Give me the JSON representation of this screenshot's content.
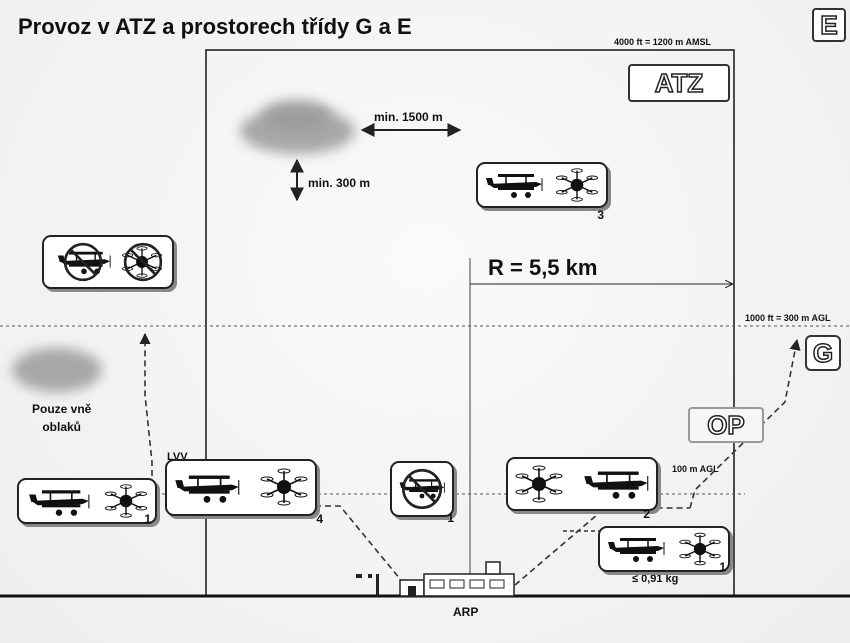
{
  "title": "Provoz v ATZ a prostorech třídy G a E",
  "airspace": {
    "class_e": "E",
    "class_g": "G",
    "atz": "ATZ",
    "op": "OP"
  },
  "altitudes": {
    "upper_limit": "4000 ft = 1200 m AMSL",
    "class_boundary": "1000 ft = 300 m AGL",
    "agl_100": "100 m AGL"
  },
  "distances": {
    "horizontal_cloud": "min. 1500 m",
    "vertical_cloud": "min. 300 m",
    "radius": "R = 5,5 km"
  },
  "labels": {
    "outside_clouds": "Pouze vně\noblaků",
    "lvv": "LVV",
    "arp": "ARP",
    "weight_limit": "≤ 0,91 kg"
  },
  "panel_numbers": {
    "left": "1",
    "lvv": "4",
    "center": "1",
    "right": "2",
    "lower_right": "1",
    "upper": "3"
  },
  "icons": {
    "aircraft": "biplane-icon",
    "drone": "hexacopter-drone-icon",
    "prohibited": "prohibition-icon",
    "aerodrome": "airport-building-icon"
  }
}
